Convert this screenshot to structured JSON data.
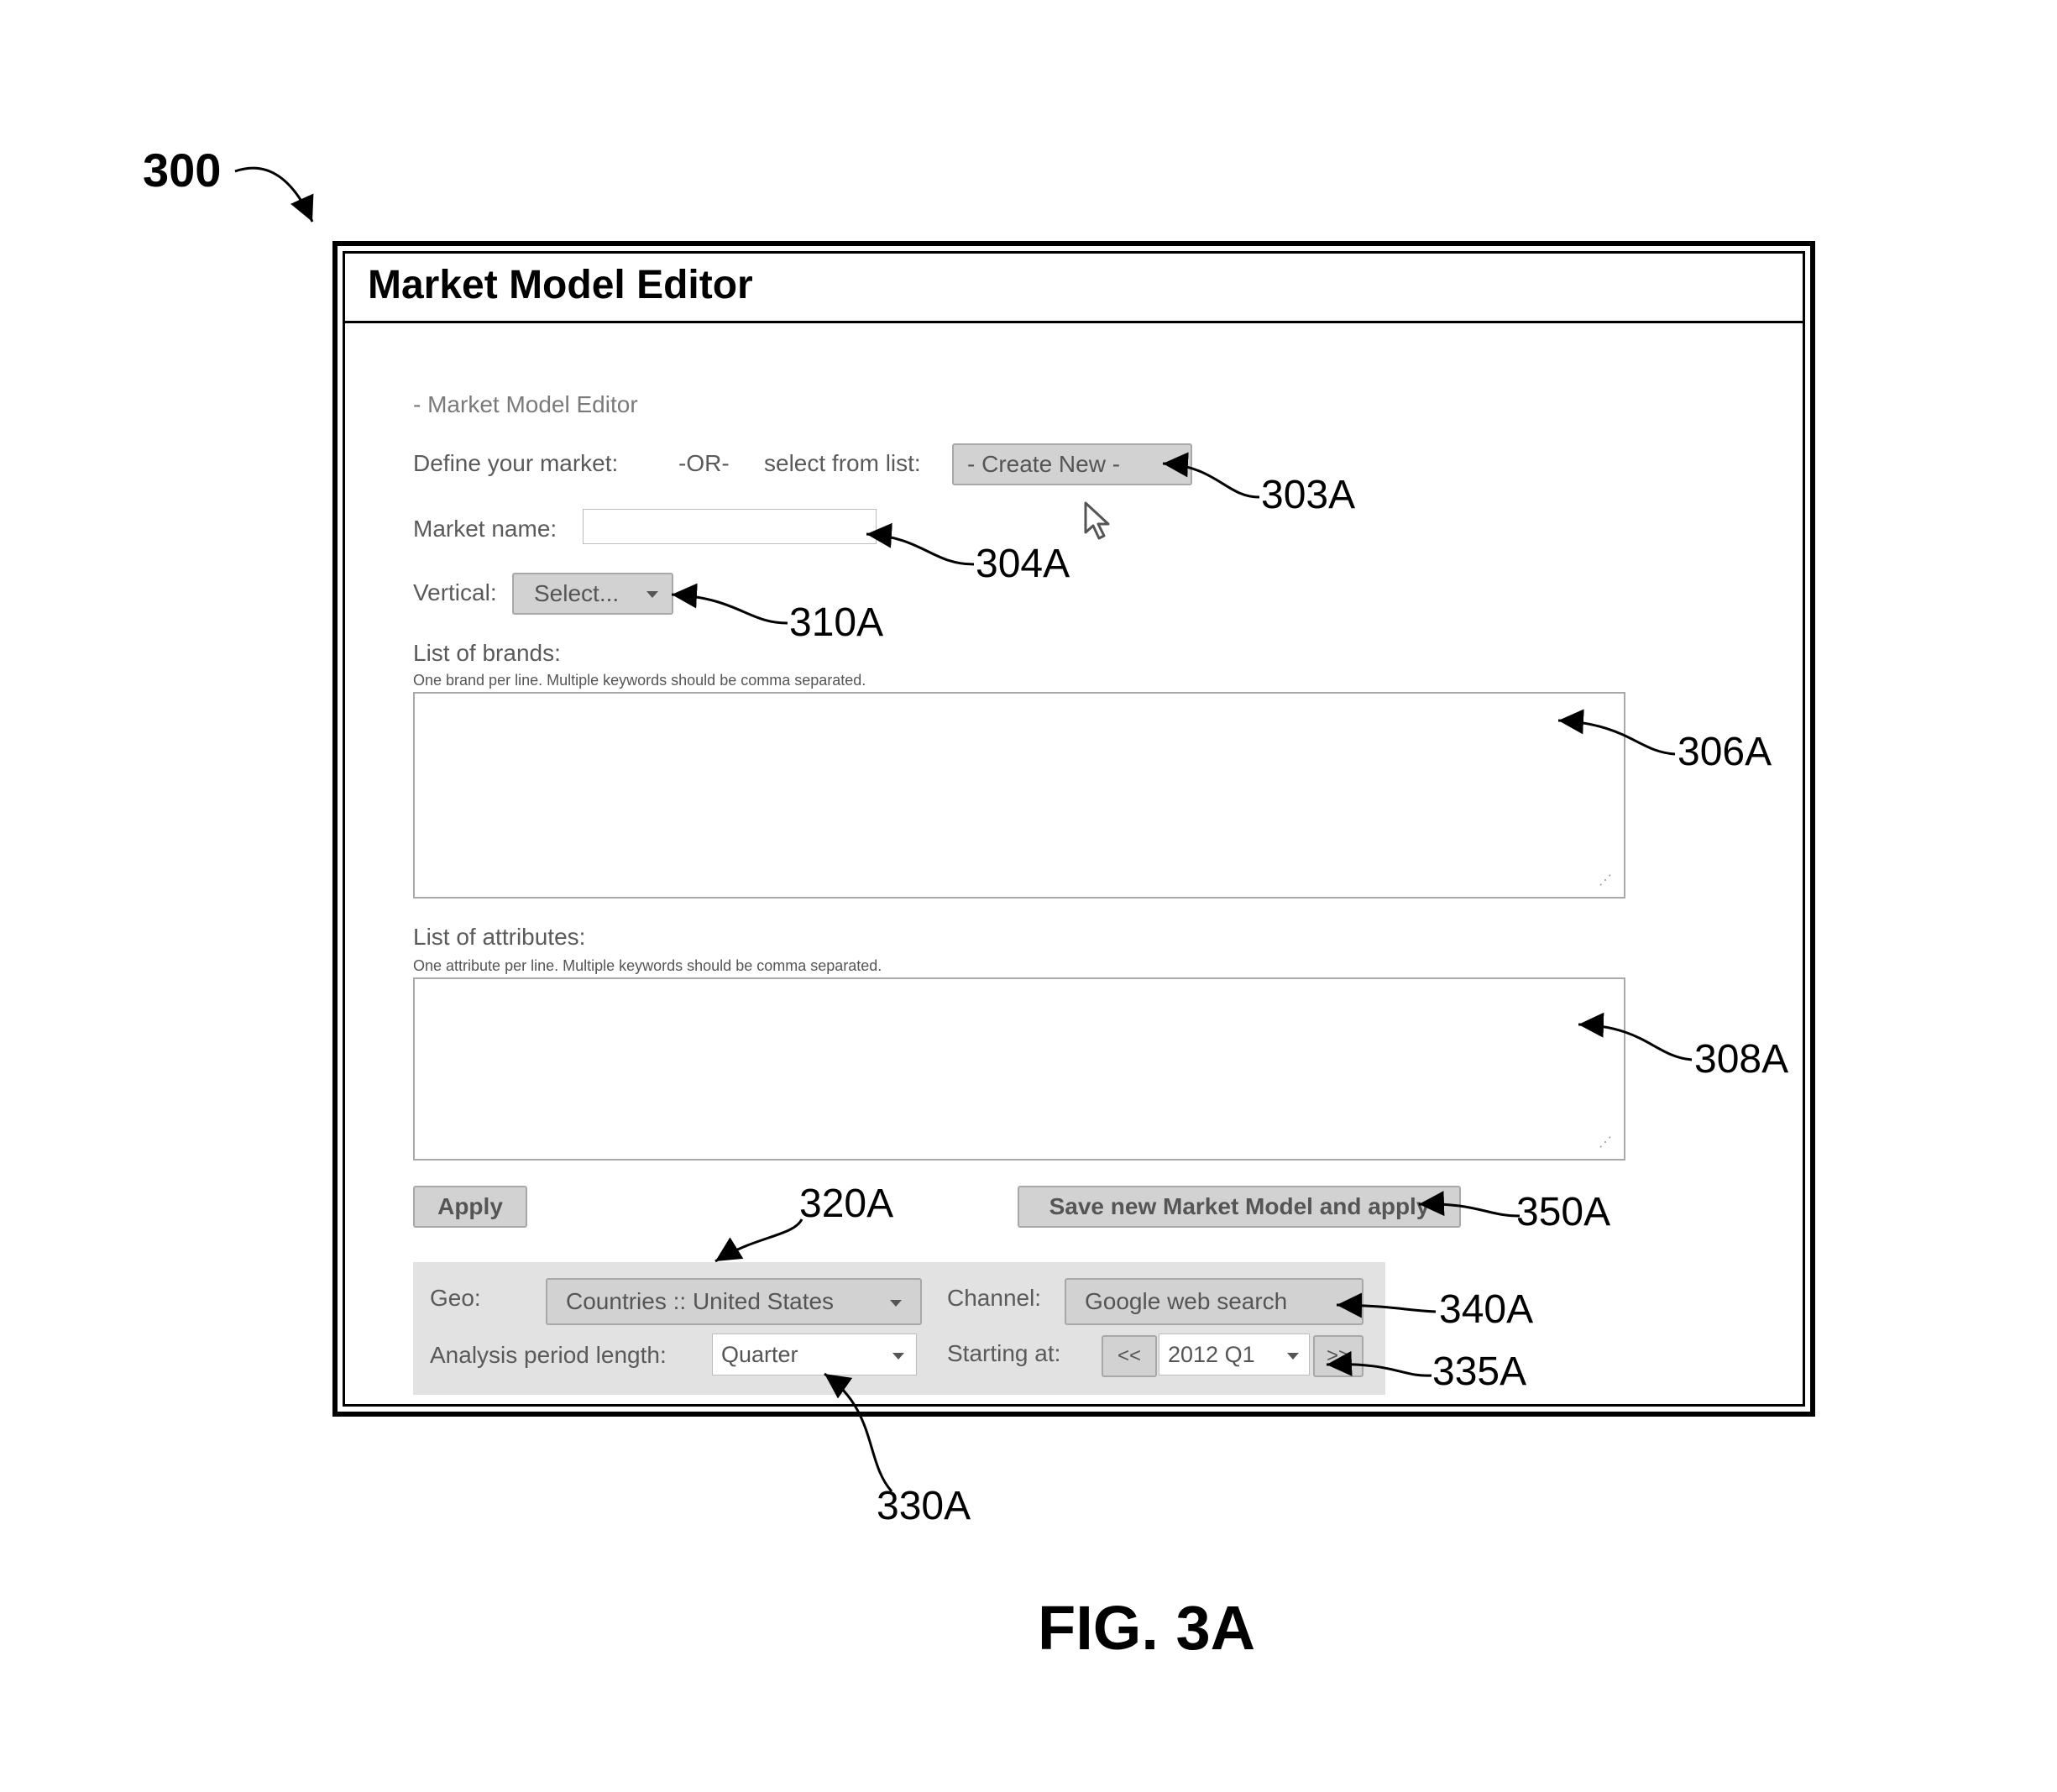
{
  "figure": {
    "number": "300",
    "caption": "FIG. 3A"
  },
  "window": {
    "title": "Market Model Editor"
  },
  "editor": {
    "section_header": "- Market Model Editor",
    "define_label": "Define your market:",
    "or_label": "-OR-",
    "select_from_list_label": "select from list:",
    "create_new_button": "- Create New -",
    "market_name_label": "Market name:",
    "market_name_value": "",
    "vertical_label": "Vertical:",
    "vertical_select": "Select...",
    "brands_label": "List of brands:",
    "brands_hint": "One brand per line. Multiple keywords should be comma separated.",
    "brands_value": "",
    "attributes_label": "List of attributes:",
    "attributes_hint": "One attribute per line. Multiple keywords should be comma separated.",
    "attributes_value": "",
    "apply_button": "Apply",
    "save_button": "Save new Market Model and apply"
  },
  "filters": {
    "geo_label": "Geo:",
    "geo_value": "Countries :: United States",
    "channel_label": "Channel:",
    "channel_value": "Google web search",
    "period_label": "Analysis period length:",
    "period_value": "Quarter",
    "starting_label": "Starting at:",
    "prev_button": "<<",
    "starting_value": "2012 Q1",
    "next_button": ">>"
  },
  "callouts": {
    "create_new": "303A",
    "market_name": "304A",
    "brands": "306A",
    "attributes": "308A",
    "vertical": "310A",
    "geo": "320A",
    "period": "330A",
    "starting": "335A",
    "channel": "340A",
    "save": "350A"
  },
  "icons": {
    "cursor": "mouse-pointer-icon",
    "dropdown": "chevron-down-icon",
    "resize": "resize-grip-icon"
  }
}
